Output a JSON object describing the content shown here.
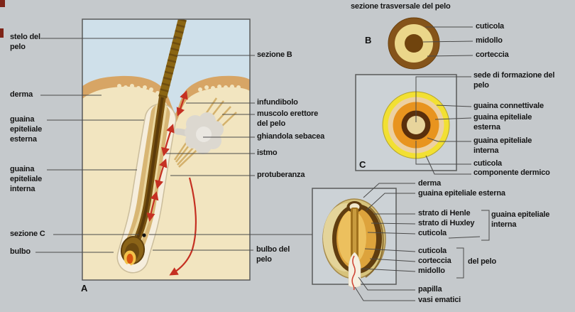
{
  "palette": {
    "page_bg": "#c5c9cc",
    "panel_bg": "#ccd2d6",
    "sky": "#cfe0ea",
    "epidermis_tan": "#d7a565",
    "dermis_cream": "#f2e5c0",
    "hair_brown": "#8a6513",
    "hair_dark": "#6b4a10",
    "sheath_cream": "#f6eedd",
    "sheath_tan": "#d8b674",
    "gland_gray": "#dcd8d0",
    "arrow_red": "#c53022",
    "papilla_orange": "#d85510",
    "ring_yellow": "#f2e033",
    "ring_peach": "#ecd0a2",
    "ring_orange": "#e8941f",
    "ring_brown": "#5a2f0c",
    "ring_center_tan": "#e8d49c",
    "leader_line": "#4a4a4a",
    "text": "#161616"
  },
  "panel_a": {
    "letter": "A",
    "left_labels": [
      "stelo del pelo",
      "derma",
      "guaina epiteliale esterna",
      "guaina epiteliale interna",
      "sezione C",
      "bulbo"
    ],
    "right_labels": [
      "sezione B",
      "infundibolo",
      "muscolo erettore del pelo",
      "ghiandola sebacea",
      "istmo",
      "protuberanza",
      "bulbo del pelo"
    ]
  },
  "section_b": {
    "title": "sezione trasversale del pelo",
    "letter": "B",
    "labels": [
      "cuticola",
      "midollo",
      "corteccia"
    ]
  },
  "section_c": {
    "letter": "C",
    "labels": [
      "sede di formazione del pelo",
      "guaina connettivale",
      "guaina epiteliale esterna",
      "guaina epiteliale interna",
      "cuticola",
      "componente dermico"
    ]
  },
  "bulb_panel": {
    "labels": [
      "derma",
      "guaina epiteliale esterna",
      "strato di Henle",
      "strato di Huxley",
      "cuticola",
      "cuticola",
      "corteccia",
      "midollo",
      "papilla",
      "vasi ematici"
    ],
    "bracket_inner": "guaina epiteliale interna",
    "bracket_pelo": "del pelo"
  }
}
